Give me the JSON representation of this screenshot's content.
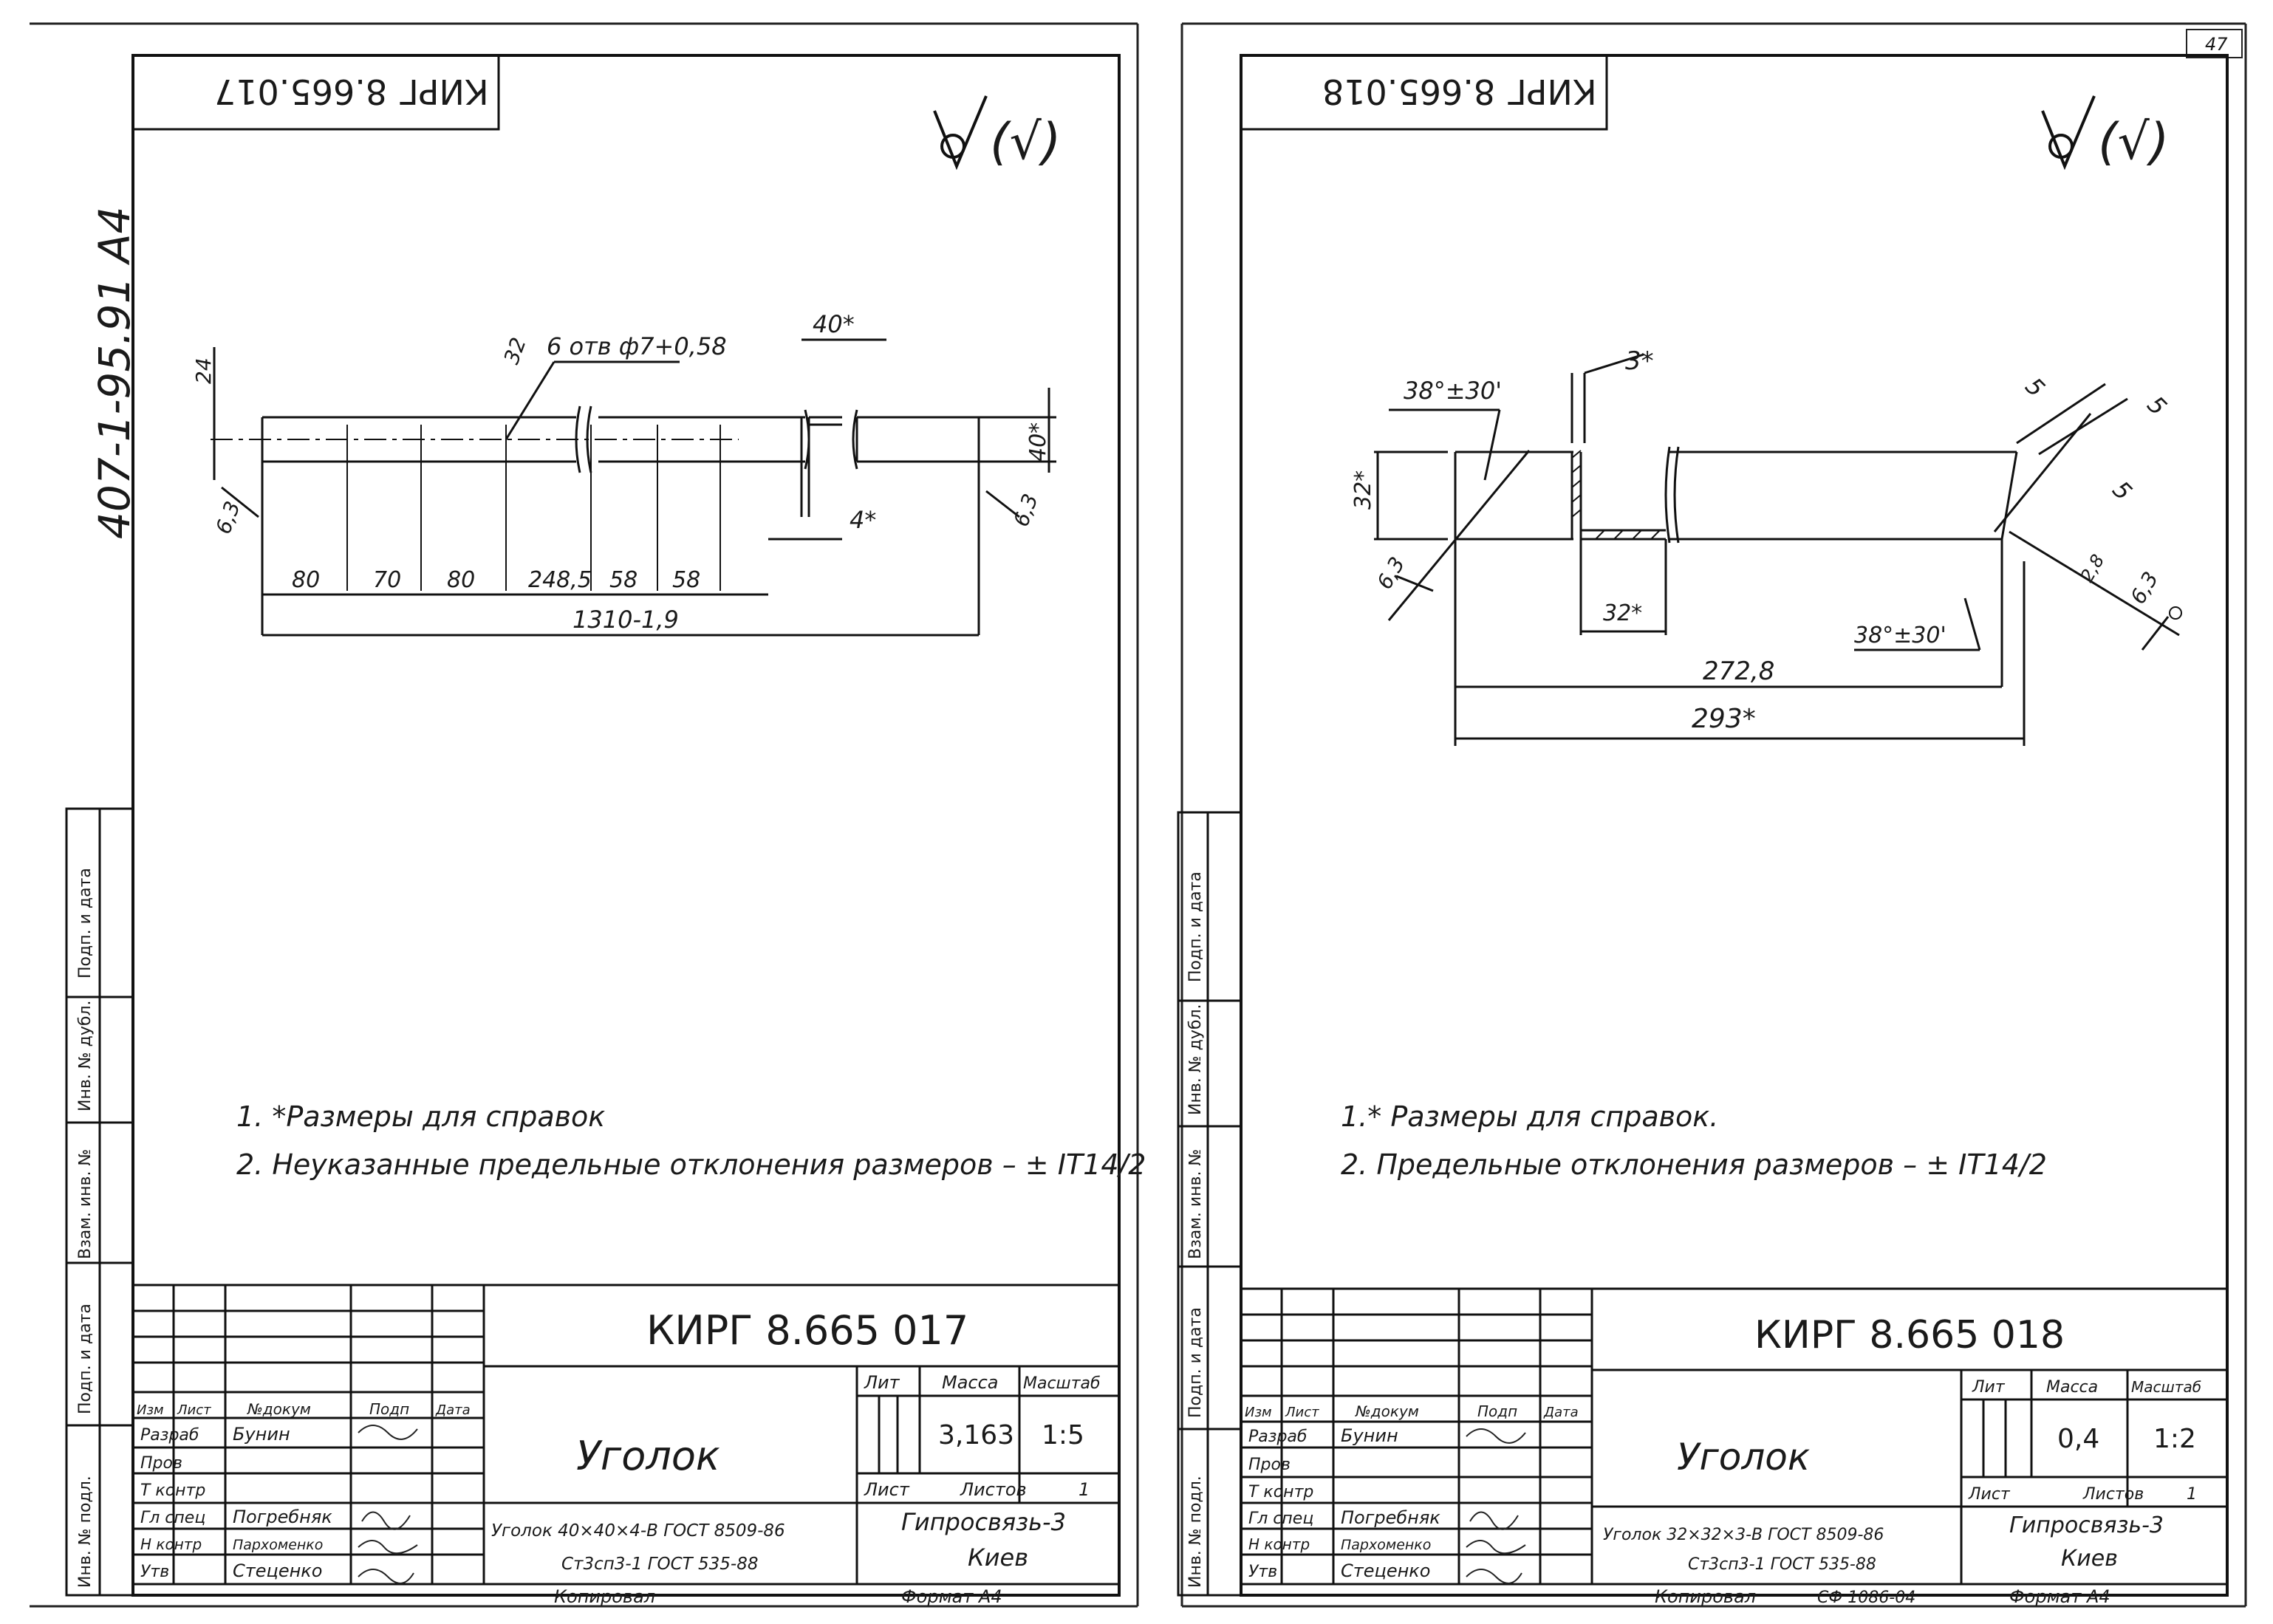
{
  "margin_note": "407-1-95.91  A4",
  "page_number": "47",
  "side_strip": [
    "Подп. и дата",
    "Взам. инв. №",
    "Инв. № дубл.",
    "Подп. и дата",
    "Инв. № подл."
  ],
  "sheets": [
    {
      "top_stamp": "КИРГ 8.665.017",
      "roughness": "(√)",
      "drawing": {
        "hole_note": "6 отв ф7+0,58",
        "dim_left_top": "24",
        "dim_32": "32",
        "dim_profile_width": "40*",
        "dim_profile_height": "40*",
        "dim_thickness": "4*",
        "roughness_left": "6,3",
        "roughness_right": "6,3",
        "spacings": [
          "80",
          "70",
          "80",
          "248,5",
          "58",
          "58"
        ],
        "total_length": "1310-1,9"
      },
      "notes": [
        "1. *Размеры для справок",
        "2. Неуказанные предельные отклонения размеров – ± IT14/2"
      ],
      "title_block": {
        "designation": "КИРГ 8.665 017",
        "name": "Уголок",
        "material_line1": "Уголок 40×40×4-В ГОСТ 8509-86",
        "material_line2": "Ст3сп3-1 ГОСТ 535-88",
        "col_lit": "Лит",
        "col_mass": "Масса",
        "col_scale": "Масштаб",
        "mass": "3,163",
        "scale": "1:5",
        "sheet_label": "Лист",
        "sheets_label": "Листов",
        "sheets_value": "1",
        "org_line1": "Гипросвязь-3",
        "org_line2": "Киев",
        "hdr_izm": "Изм",
        "hdr_list": "Лист",
        "hdr_doc": "№докум",
        "hdr_sign": "Подп",
        "hdr_date": "Дата",
        "roles": [
          "Разраб",
          "Пров",
          "Т контр",
          "Гл спец",
          "Н контр",
          "Утв"
        ],
        "persons": [
          "Бунин",
          "",
          "",
          "Погребняк",
          "Пархоменко",
          "Стеценко"
        ],
        "copied": "Копировал",
        "format": "Формат  А4"
      }
    },
    {
      "top_stamp": "КИРГ 8.665.018",
      "roughness": "(√)",
      "drawing": {
        "angle_top": "38°±30'",
        "angle_bottom": "38°±30'",
        "dim_thickness": "3*",
        "dim_height": "32*",
        "dim_flange": "32*",
        "dim_5a": "5",
        "dim_5b": "5",
        "dim_5c": "5",
        "dim_28": "2,8",
        "roughness_left": "6,3",
        "roughness_right": "6,3",
        "len_inner": "272,8",
        "len_total": "293*"
      },
      "notes": [
        "1.* Размеры для справок.",
        "2. Предельные отклонения размеров – ± IT14/2"
      ],
      "title_block": {
        "designation": "КИРГ 8.665 018",
        "name": "Уголок",
        "material_line1": "Уголок 32×32×3-В ГОСТ 8509-86",
        "material_line2": "Ст3сп3-1 ГОСТ 535-88",
        "col_lit": "Лит",
        "col_mass": "Масса",
        "col_scale": "Масштаб",
        "mass": "0,4",
        "scale": "1:2",
        "sheet_label": "Лист",
        "sheets_label": "Листов",
        "sheets_value": "1",
        "org_line1": "Гипросвязь-3",
        "org_line2": "Киев",
        "hdr_izm": "Изм",
        "hdr_list": "Лист",
        "hdr_doc": "№докум",
        "hdr_sign": "Подп",
        "hdr_date": "Дата",
        "roles": [
          "Разраб",
          "Пров",
          "Т контр",
          "Гл спец",
          "Н контр",
          "Утв"
        ],
        "persons": [
          "Бунин",
          "",
          "",
          "Погребняк",
          "Пархоменко",
          "Стеценко"
        ],
        "copied": "Копировал",
        "copied_code": "СФ 1086-04",
        "format": "Формат  А4"
      }
    }
  ]
}
